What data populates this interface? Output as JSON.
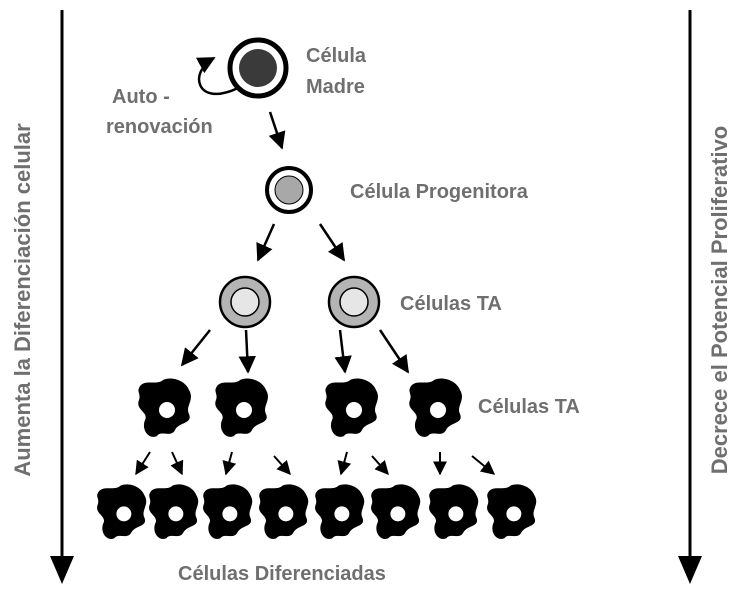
{
  "labels": {
    "stem_cell_line1": "Célula",
    "stem_cell_line2": "Madre",
    "self_renewal_line1": "Auto -",
    "self_renewal_line2": "renovación",
    "progenitor": "Célula Progenitora",
    "ta_cells_1": "Células TA",
    "ta_cells_2": "Células TA",
    "differentiated": "Células Diferenciadas",
    "left_axis": "Aumenta la Diferenciación celular",
    "right_axis": "Decrece el Potencial Proliferativo"
  },
  "colors": {
    "text": "#6f6f6f",
    "ink": "#000000",
    "stem_core": "#3a3a3a",
    "progenitor_core": "#a8a8a8",
    "ta_ring": "#b4b4b4",
    "ta_core": "#e6e6e6"
  }
}
